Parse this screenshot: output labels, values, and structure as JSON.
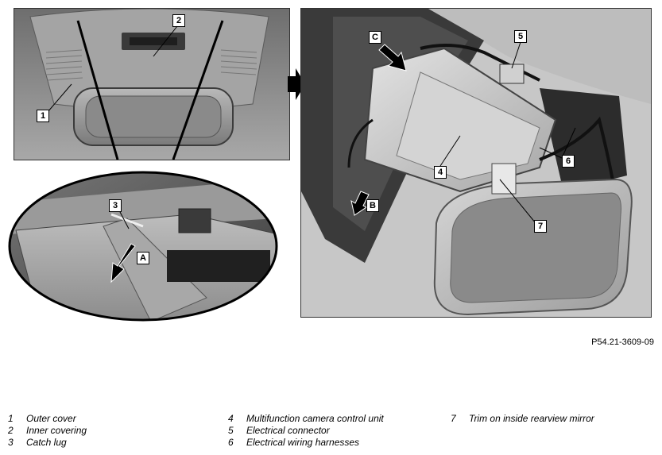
{
  "callouts": {
    "n1": "1",
    "n2": "2",
    "n3": "3",
    "n4": "4",
    "n5": "5",
    "n6": "6",
    "n7": "7",
    "A": "A",
    "B": "B",
    "C": "C"
  },
  "figure_id": "P54.21-3609-09",
  "legend": {
    "col1": [
      {
        "num": "1",
        "text": "Outer cover"
      },
      {
        "num": "2",
        "text": "Inner covering"
      },
      {
        "num": "3",
        "text": "Catch lug"
      }
    ],
    "col2": [
      {
        "num": "4",
        "text": "Multifunction camera control unit"
      },
      {
        "num": "5",
        "text": "Electrical connector"
      },
      {
        "num": "6",
        "text": "Electrical wiring harnesses"
      }
    ],
    "col3": [
      {
        "num": "7",
        "text": "Trim on inside rearview mirror"
      }
    ]
  }
}
